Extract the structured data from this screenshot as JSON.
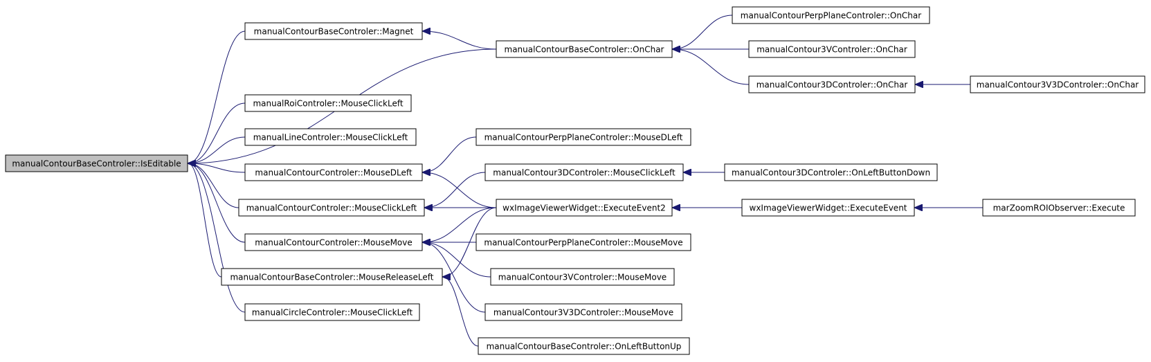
{
  "graph": {
    "nodes": [
      {
        "id": "root",
        "label": "manualContourBaseControler::IsEditable"
      },
      {
        "id": "magnet",
        "label": "manualContourBaseControler::Magnet"
      },
      {
        "id": "onchar_base",
        "label": "manualContourBaseControler::OnChar"
      },
      {
        "id": "onchar_perp",
        "label": "manualContourPerpPlaneControler::OnChar"
      },
      {
        "id": "onchar_3v",
        "label": "manualContour3VControler::OnChar"
      },
      {
        "id": "onchar_3d",
        "label": "manualContour3DControler::OnChar"
      },
      {
        "id": "onchar_3v3d",
        "label": "manualContour3V3DControler::OnChar"
      },
      {
        "id": "roi_click",
        "label": "manualRoiControler::MouseClickLeft"
      },
      {
        "id": "line_click",
        "label": "manualLineControler::MouseClickLeft"
      },
      {
        "id": "perp_dleft",
        "label": "manualContourPerpPlaneControler::MouseDLeft"
      },
      {
        "id": "contour_dleft",
        "label": "manualContourControler::MouseDLeft"
      },
      {
        "id": "c3d_click",
        "label": "manualContour3DControler::MouseClickLeft"
      },
      {
        "id": "c3d_lbd",
        "label": "manualContour3DControler::OnLeftButtonDown"
      },
      {
        "id": "contour_click",
        "label": "manualContourControler::MouseClickLeft"
      },
      {
        "id": "wx_ev2",
        "label": "wxImageViewerWidget::ExecuteEvent2"
      },
      {
        "id": "wx_ev",
        "label": "wxImageViewerWidget::ExecuteEvent"
      },
      {
        "id": "mar_exec",
        "label": "marZoomROIObserver::Execute"
      },
      {
        "id": "contour_move",
        "label": "manualContourControler::MouseMove"
      },
      {
        "id": "perp_move",
        "label": "manualContourPerpPlaneControler::MouseMove"
      },
      {
        "id": "release",
        "label": "manualContourBaseControler::MouseReleaseLeft"
      },
      {
        "id": "c3v_move",
        "label": "manualContour3VControler::MouseMove"
      },
      {
        "id": "c3v3d_move",
        "label": "manualContour3V3DControler::MouseMove"
      },
      {
        "id": "circle_click",
        "label": "manualCircleControler::MouseClickLeft"
      },
      {
        "id": "base_lbu",
        "label": "manualContourBaseControler::OnLeftButtonUp"
      }
    ],
    "edges": [
      {
        "from": "magnet",
        "to": "root"
      },
      {
        "from": "onchar_base",
        "to": "root"
      },
      {
        "from": "roi_click",
        "to": "root"
      },
      {
        "from": "line_click",
        "to": "root"
      },
      {
        "from": "contour_dleft",
        "to": "root"
      },
      {
        "from": "contour_click",
        "to": "root"
      },
      {
        "from": "contour_move",
        "to": "root"
      },
      {
        "from": "release",
        "to": "root"
      },
      {
        "from": "circle_click",
        "to": "root"
      },
      {
        "from": "onchar_base",
        "to": "magnet"
      },
      {
        "from": "onchar_perp",
        "to": "onchar_base"
      },
      {
        "from": "onchar_3v",
        "to": "onchar_base"
      },
      {
        "from": "onchar_3d",
        "to": "onchar_base"
      },
      {
        "from": "onchar_3v3d",
        "to": "onchar_3d"
      },
      {
        "from": "perp_dleft",
        "to": "contour_dleft"
      },
      {
        "from": "wx_ev2",
        "to": "contour_dleft"
      },
      {
        "from": "c3d_click",
        "to": "contour_click"
      },
      {
        "from": "wx_ev2",
        "to": "contour_click"
      },
      {
        "from": "c3d_lbd",
        "to": "c3d_click"
      },
      {
        "from": "wx_ev",
        "to": "wx_ev2"
      },
      {
        "from": "mar_exec",
        "to": "wx_ev"
      },
      {
        "from": "wx_ev2",
        "to": "contour_move"
      },
      {
        "from": "perp_move",
        "to": "contour_move"
      },
      {
        "from": "c3v_move",
        "to": "contour_move"
      },
      {
        "from": "c3v3d_move",
        "to": "contour_move"
      },
      {
        "from": "wx_ev2",
        "to": "release"
      },
      {
        "from": "base_lbu",
        "to": "release"
      }
    ]
  }
}
